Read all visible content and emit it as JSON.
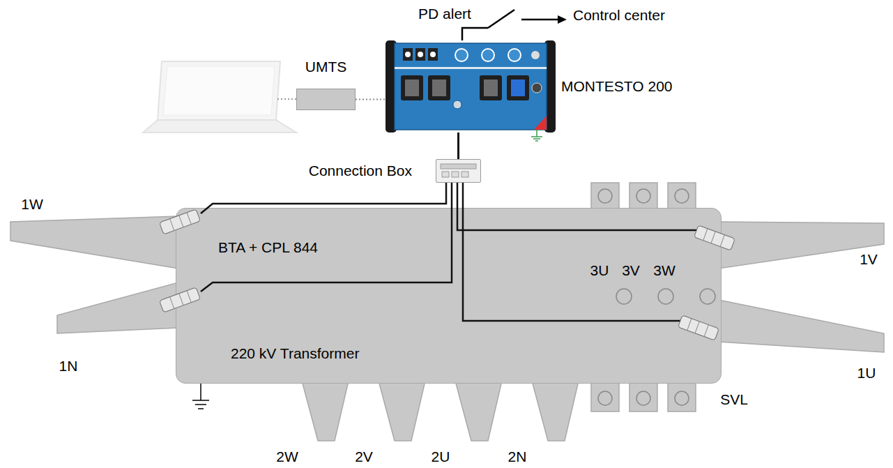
{
  "diagram": {
    "nodes": [
      {
        "text": [
          "UMTS"
        ]
      },
      {
        "text": [
          "MONTESTO 200"
        ]
      },
      {
        "text": [
          "Connection Box"
        ]
      },
      {
        "text": [
          "BTA + CPL 844",
          "220 kV Transformer"
        ]
      }
    ],
    "edges": [
      {
        "from": 0,
        "to": 1,
        "arrow": "none"
      },
      {
        "from": 1,
        "to": 2,
        "arrow": "none"
      }
    ],
    "labels": [
      "PD alert",
      "Control center",
      "1W",
      "3U",
      "3V",
      "3W",
      "1V",
      "1N",
      "SVL",
      "1U",
      "2W",
      "2V",
      "2U",
      "2N"
    ]
  }
}
